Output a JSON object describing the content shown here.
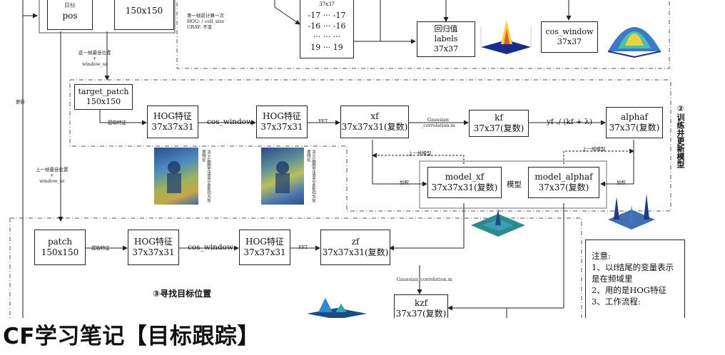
{
  "page_title": "CF学习笔记【目标跟踪】",
  "top": {
    "pos_label_top": "目标",
    "pos_label": "pos",
    "size_label": "150x150",
    "note_lines": [
      "第一帧前计算一次",
      "HOG: / cell_size",
      "GRAY: 不变"
    ],
    "matrix_top": "37x37",
    "matrix_rows": [
      "-17  ···  -17",
      "-16  ···  -16",
      "···   ···   ···",
      "19   ···   19"
    ],
    "labels_box": [
      "回归值",
      "labels",
      "37x37"
    ],
    "cos_window_box": [
      "cos_window",
      "37x37"
    ],
    "update_label": "更新",
    "arrow_label_1": "这一帧最佳位置",
    "arrow_label_plus": "+",
    "arrow_label_2": "window_sz"
  },
  "train": {
    "target_patch": [
      "target_patch",
      "150x150"
    ],
    "extract_label": "提取特征",
    "hog1": [
      "HOG特征",
      "37x37x31"
    ],
    "cos_window_label": "cos_window",
    "hog2": [
      "HOG特征",
      "37x37x31"
    ],
    "fft_label": "FFT",
    "xf": [
      "xf",
      "37x37x31(复数)"
    ],
    "gaussian_label": [
      "Gaussian",
      "_correlation.m"
    ],
    "kf": [
      "kf",
      "37x37(复数)"
    ],
    "formula": "yf ./ (kf + λ)",
    "alphaf": [
      "alphaf",
      "37x37(复数)"
    ],
    "prev_model_1": "上一帧模型",
    "prev_model_2": "上一帧模型",
    "weight_1": "加权",
    "weight_2": "加权",
    "model_xf": [
      "model_xf",
      "37x37x31(复数)"
    ],
    "model_label": "模型",
    "model_alphaf": [
      "model_alphaf",
      "37x37(复数)"
    ],
    "hog_note_1": "HOG画图无法显示此处均为灰度特征",
    "hog_note_2": "HOG画图无法显示此处均为灰度特征",
    "side_title": "②训练并更新模型",
    "prev_pos_1": "上一帧最佳位置",
    "prev_pos_plus": "+",
    "prev_pos_2": "window_sz"
  },
  "detect": {
    "patch": [
      "patch",
      "150x150"
    ],
    "extract_label": "提取特征",
    "hog1": [
      "HOG特征",
      "37x37x31"
    ],
    "cos_window_label": "cos_window",
    "hog2": [
      "HOG特征",
      "37x37x31"
    ],
    "fft_label": "FFT",
    "zf": [
      "zf",
      "37x37x31(复数)"
    ],
    "section_title": "③寻找目标位置",
    "gaussian_label": "Gaussian_correlation.m",
    "kzf": [
      "kzf",
      "37x37(复数)"
    ]
  },
  "notes": {
    "title": "注意:",
    "lines": [
      "1、以f结尾的变量表示",
      "是在频域里",
      "2、用的是HOG特征",
      "3、工作流程:"
    ]
  },
  "colors": {
    "border": "#222222",
    "dashed": "#555555",
    "surface_blue": "#2f5fa8",
    "surface_yellow": "#e8c84a",
    "surface_teal": "#2f8a8a"
  }
}
